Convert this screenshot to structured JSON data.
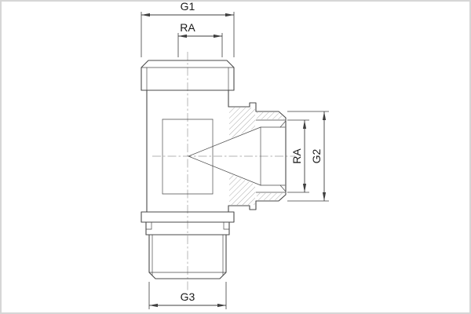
{
  "drawing": {
    "labels": {
      "g1": "G1",
      "ra_top": "RA",
      "ra_right": "RA",
      "g2": "G2",
      "g3": "G3"
    }
  },
  "style": {
    "line_color": "#4a4a4a",
    "dim_color": "#3f3f3f",
    "hatch_color": "#8a8a8a",
    "border_color": "#d6d6d6",
    "background": "#ffffff",
    "text_color": "#1a1a1a"
  }
}
